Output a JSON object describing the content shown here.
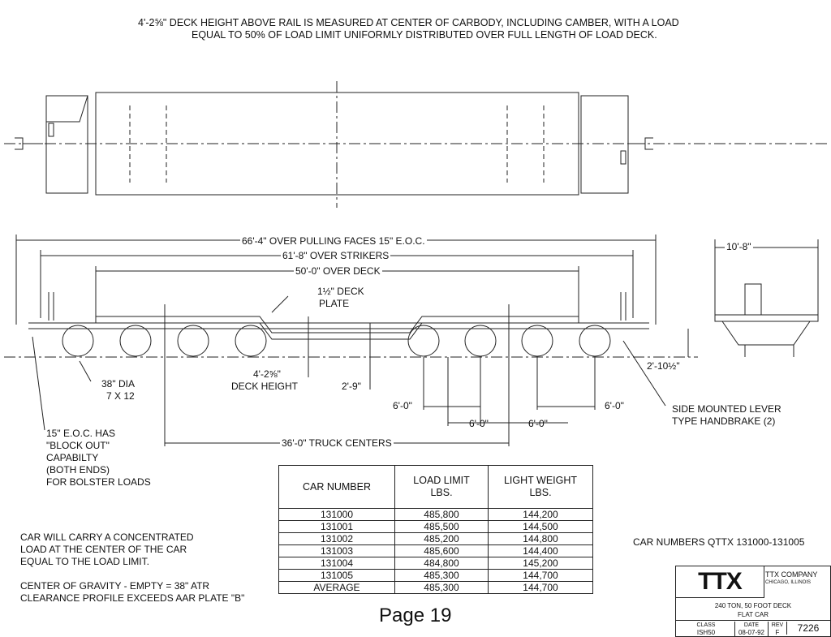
{
  "header": {
    "line1": "4'-2⅝\" DECK HEIGHT ABOVE RAIL IS MEASURED AT CENTER OF CARBODY, INCLUDING CAMBER, WITH A LOAD",
    "line2": "EQUAL TO 50% OF LOAD LIMIT UNIFORMLY DISTRIBUTED OVER FULL LENGTH OF LOAD DECK."
  },
  "dimensions": {
    "pulling_faces": "66'-4\" OVER PULLING FACES 15\" E.O.C.",
    "strikers": "61'-8\" OVER STRIKERS",
    "deck": "50'-0\" OVER DECK",
    "deck_plate_1": "1½\" DECK",
    "deck_plate_2": "PLATE",
    "width": "10'-8\"",
    "deck_height_1": "4'-2⅝\"",
    "deck_height_2": "DECK HEIGHT",
    "two_nine": "2'-9\"",
    "two_ten": "2'-10½\"",
    "six_a": "6'-0\"",
    "six_b": "6'-0\"",
    "six_c": "6'-0\"",
    "six_d": "6'-0\"",
    "truck_centers": "36'-0\" TRUCK CENTERS"
  },
  "labels": {
    "wheel_1": "38\" DIA",
    "wheel_2": "7 X 12",
    "eoc": [
      "15\" E.O.C. HAS",
      "\"BLOCK OUT\"",
      "CAPABILTY",
      "(BOTH ENDS)",
      "FOR BOLSTER LOADS"
    ],
    "handbrake_1": "SIDE MOUNTED LEVER",
    "handbrake_2": "TYPE HANDBRAKE (2)"
  },
  "notes": {
    "concentrated": [
      "CAR WILL CARRY A CONCENTRATED",
      "LOAD AT THE CENTER OF THE CAR",
      "EQUAL TO THE LOAD LIMIT."
    ],
    "cog": [
      "CENTER OF GRAVITY - EMPTY = 38\" ATR",
      "CLEARANCE PROFILE EXCEEDS AAR PLATE \"B\""
    ],
    "car_numbers": "CAR NUMBERS QTTX 131000-131005"
  },
  "table": {
    "headers": [
      "CAR NUMBER",
      "LOAD LIMIT\nLBS.",
      "LIGHT WEIGHT\nLBS."
    ],
    "rows": [
      [
        "131000",
        "485,800",
        "144,200"
      ],
      [
        "131001",
        "485,500",
        "144,500"
      ],
      [
        "131002",
        "485,200",
        "144,800"
      ],
      [
        "131003",
        "485,600",
        "144,400"
      ],
      [
        "131004",
        "484,800",
        "145,200"
      ],
      [
        "131005",
        "485,300",
        "144,700"
      ],
      [
        "AVERAGE",
        "485,300",
        "144,700"
      ]
    ]
  },
  "title_block": {
    "logo": "TTX",
    "company": "TTX COMPANY",
    "city": "CHICAGO, ILLINOIS",
    "desc_1": "240 TON, 50 FOOT DECK",
    "desc_2": "FLAT CAR",
    "class_label": "CLASS",
    "class_value": "ISH50",
    "date_label": "DATE",
    "date_value": "08-07-92",
    "rev_label": "REV",
    "rev_value": "F",
    "number": "7226"
  },
  "page": "Page 19"
}
